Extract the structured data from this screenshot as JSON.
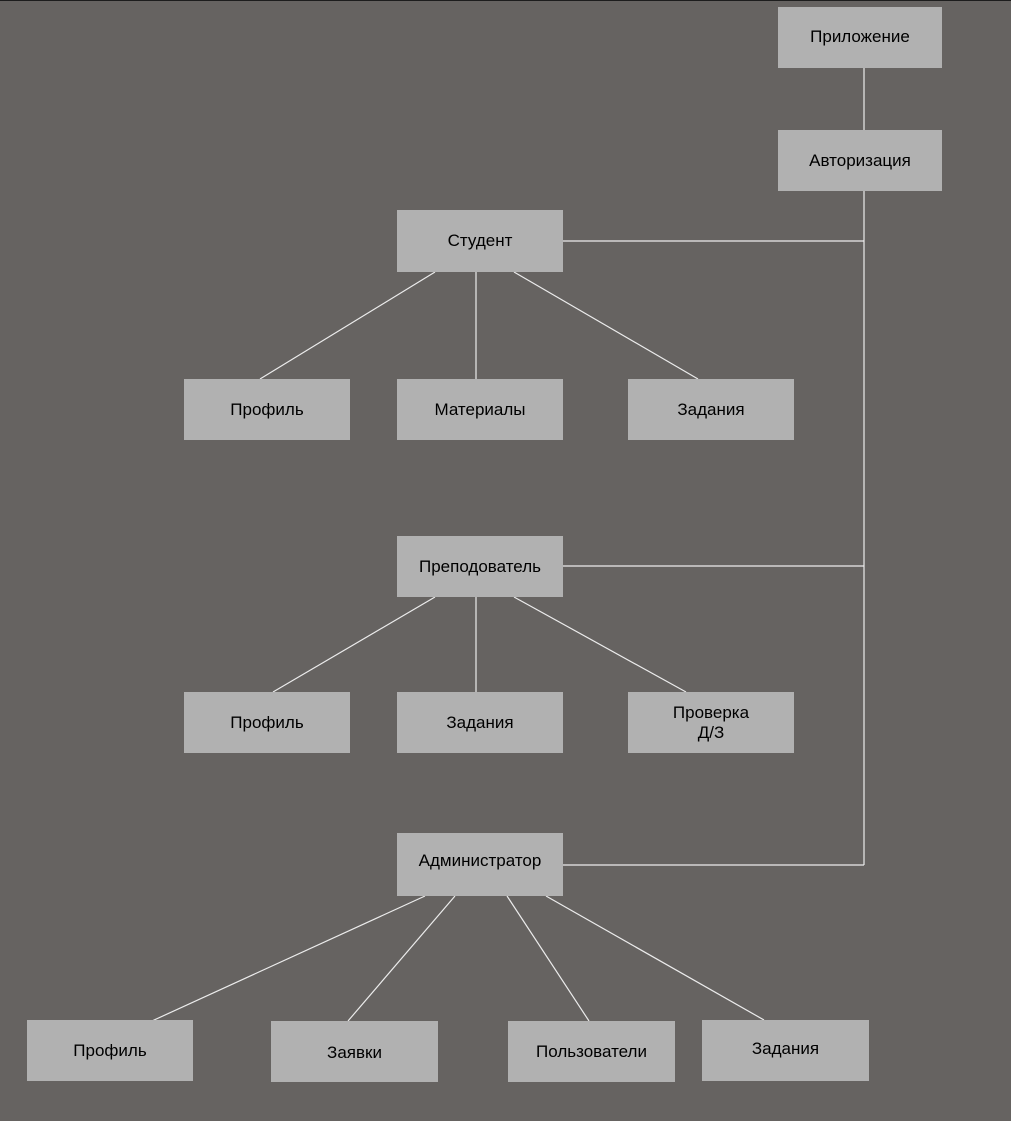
{
  "diagram": {
    "background_color": "#666361",
    "node_color": "#b1b1b1",
    "line_color": "#ececec",
    "nodes": {
      "app": "Приложение",
      "auth": "Авторизация",
      "student": "Студент",
      "student_profile": "Профиль",
      "student_materials": "Материалы",
      "student_tasks": "Задания",
      "teacher": "Преподователь",
      "teacher_profile": "Профиль",
      "teacher_tasks": "Задания",
      "teacher_homework_check": "Проверка\nД/З",
      "admin": "Администратор",
      "admin_profile": "Профиль",
      "admin_requests": "Заявки",
      "admin_users": "Пользователи",
      "admin_tasks": "Задания"
    },
    "edges": [
      [
        "app",
        "auth"
      ],
      [
        "auth",
        "student"
      ],
      [
        "auth",
        "teacher"
      ],
      [
        "auth",
        "admin"
      ],
      [
        "student",
        "student_profile"
      ],
      [
        "student",
        "student_materials"
      ],
      [
        "student",
        "student_tasks"
      ],
      [
        "teacher",
        "teacher_profile"
      ],
      [
        "teacher",
        "teacher_tasks"
      ],
      [
        "teacher",
        "teacher_homework_check"
      ],
      [
        "admin",
        "admin_profile"
      ],
      [
        "admin",
        "admin_requests"
      ],
      [
        "admin",
        "admin_users"
      ],
      [
        "admin",
        "admin_tasks"
      ]
    ]
  }
}
